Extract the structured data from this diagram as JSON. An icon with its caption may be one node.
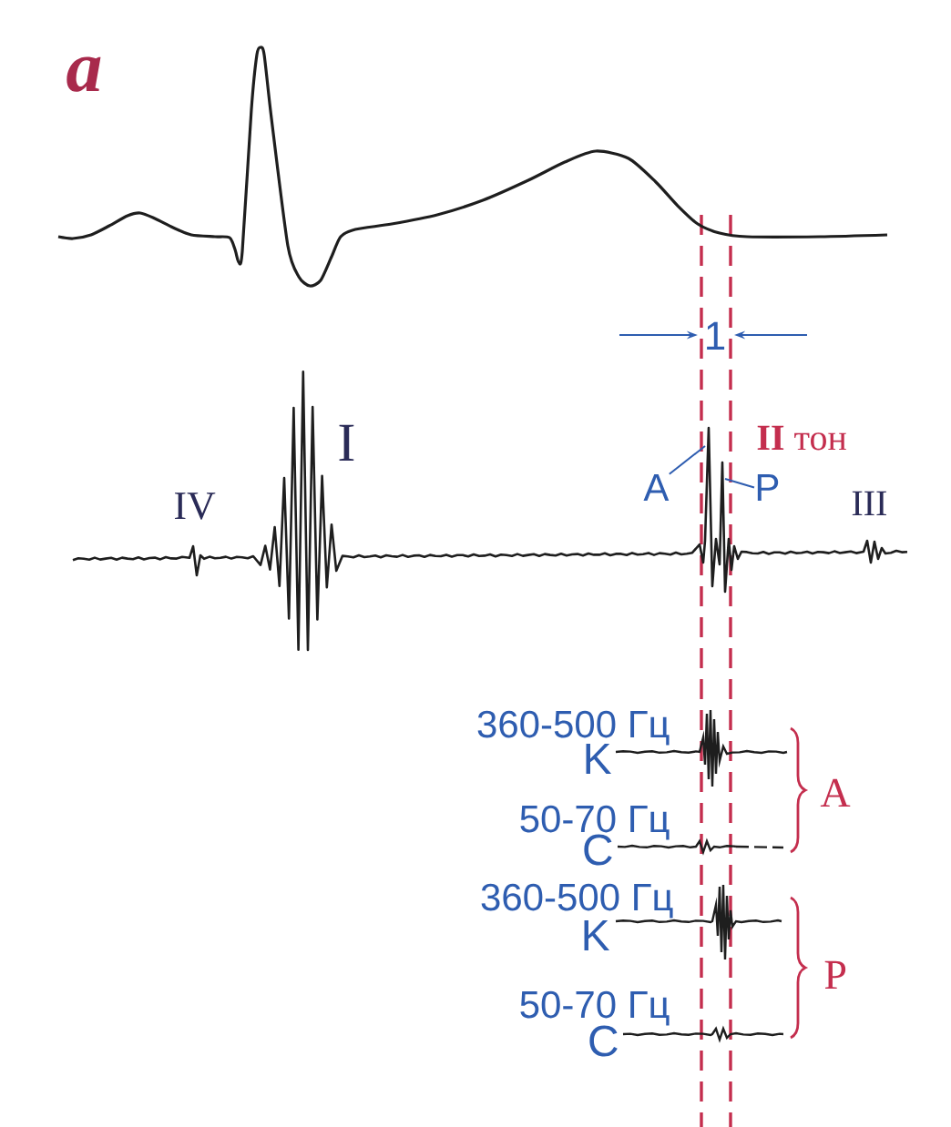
{
  "diagram": {
    "nodes": [
      {
        "text": [
          "A"
        ]
      },
      {
        "text": [
          "P"
        ]
      }
    ],
    "edges": [
      {
        "from": 0,
        "to": null,
        "arrow": "none"
      },
      {
        "from": 1,
        "to": null,
        "arrow": "none"
      }
    ],
    "labels": [
      "a",
      "1",
      "**II** тон",
      "IV",
      "I",
      "III",
      "360-500 Гц",
      "K",
      "50-70 Гц",
      "C",
      "A",
      "360-500 Гц",
      "K",
      "50-70 Гц",
      "C",
      "P"
    ]
  }
}
